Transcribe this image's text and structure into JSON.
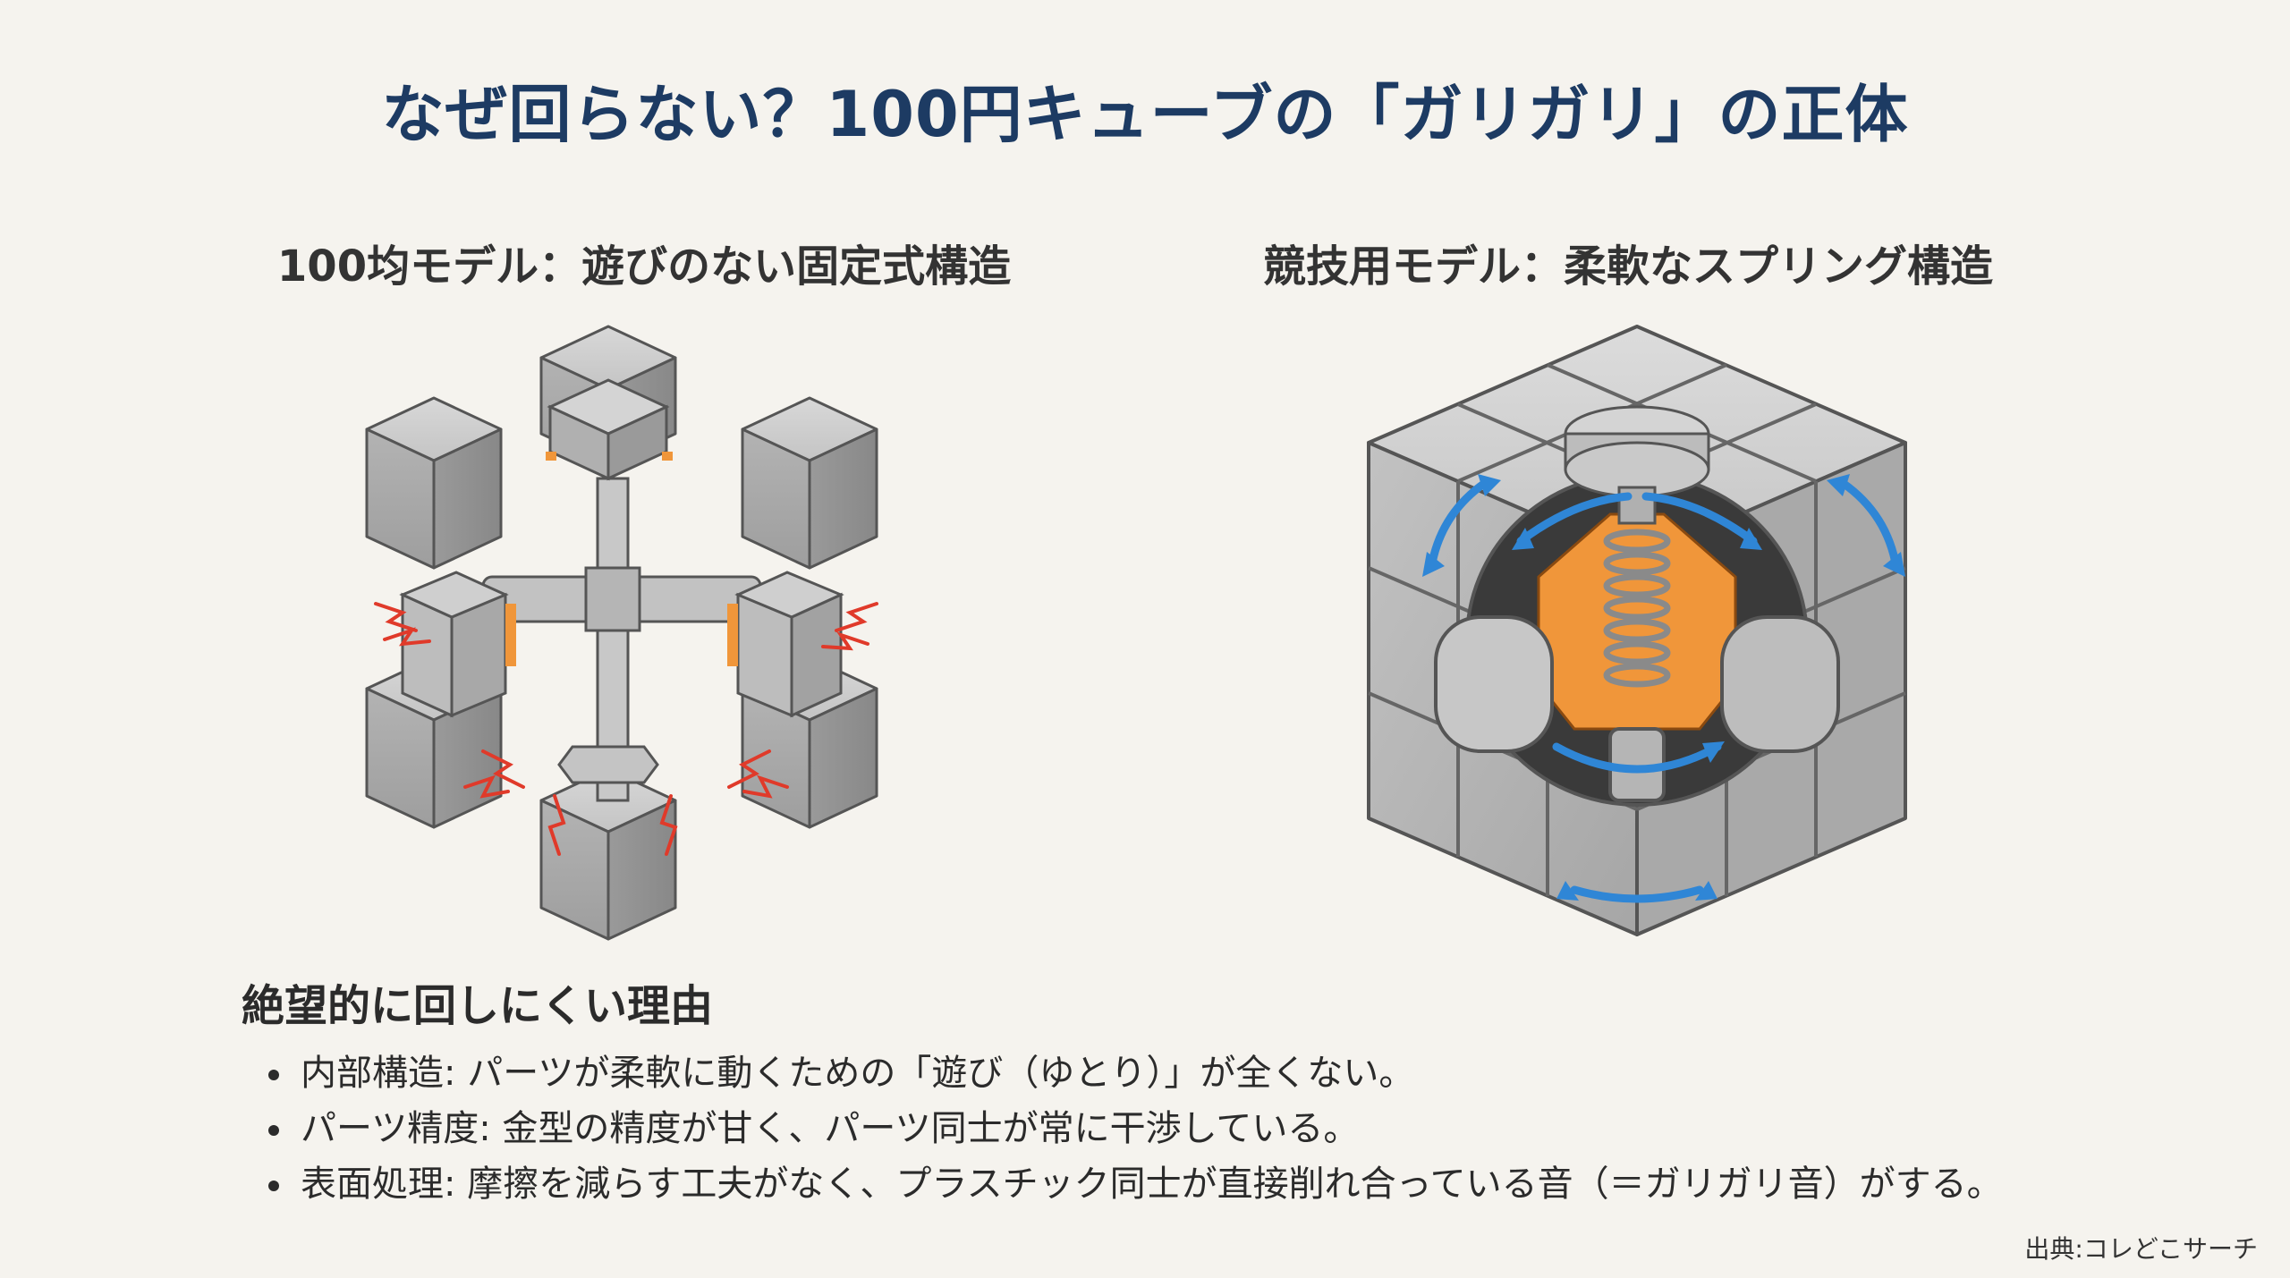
{
  "title": "なぜ回らない？100円キューブの「ガリガリ」の正体",
  "left_model": {
    "heading": "100均モデル：遊びのない固定式構造"
  },
  "right_model": {
    "heading": "競技用モデル：柔軟なスプリング構造"
  },
  "reasons": {
    "heading": "絶望的に回しにくい理由",
    "items": [
      "内部構造: パーツが柔軟に動くための「遊び（ゆとり）」が全くない。",
      "パーツ精度: 金型の精度が甘く、パーツ同士が常に干渉している。",
      "表面処理: 摩擦を減らす工夫がなく、プラスチック同士が直接削れ合っている音（＝ガリガリ音）がする。"
    ]
  },
  "source": "出典:コレどこサーチ",
  "colors": {
    "title": "#1d3b63",
    "cube_gray": "#b9b9b9",
    "friction_red": "#e03a2a",
    "spring_orange": "#f0963a",
    "arrow_blue": "#2f86d6"
  }
}
